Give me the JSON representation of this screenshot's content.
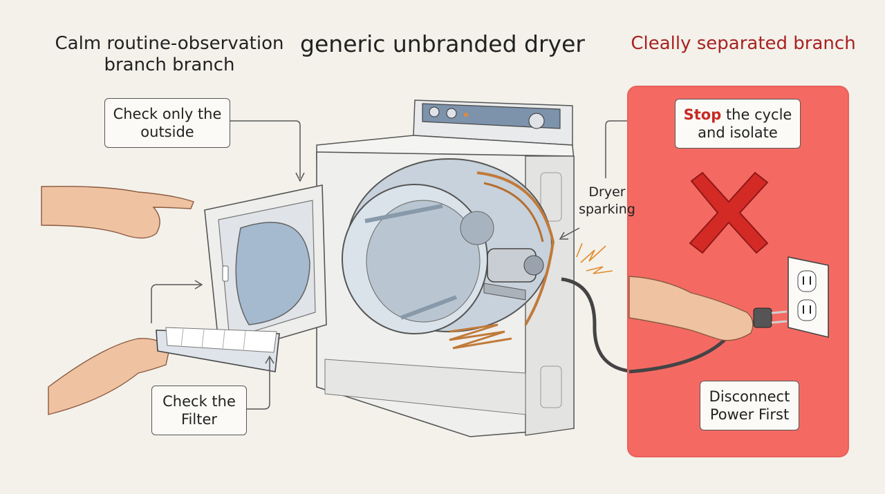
{
  "headings": {
    "left": "Calm routine-observation branch branch",
    "title": "generic unbranded dryer",
    "right": "Cleally separated branch"
  },
  "callouts": {
    "outside": "Check only the outside",
    "filter": "Check the Filter",
    "stop_strong": "Stop",
    "stop_rest": " the cycle and isolate",
    "disconnect": "Disconnect Power First"
  },
  "labels": {
    "sparking": "Dryer sparking"
  },
  "icons": [
    "pointing-hand-icon",
    "filter-hand-icon",
    "dryer-illustration",
    "x-mark-icon",
    "wall-outlet-icon",
    "plug-hand-icon",
    "spark-icon"
  ],
  "colors": {
    "background": "#f3f1ea",
    "danger_panel": "#f46a63",
    "danger_text": "#a82222",
    "x_mark": "#d42a26"
  }
}
